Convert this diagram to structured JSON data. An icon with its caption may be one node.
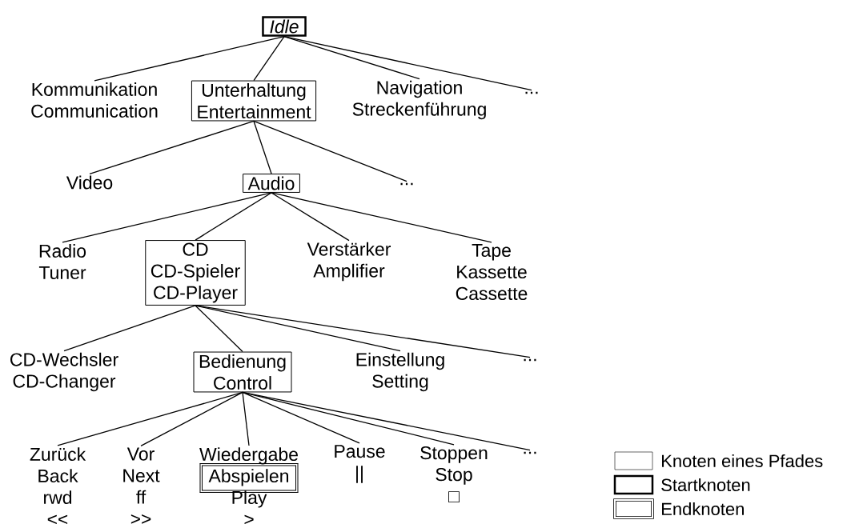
{
  "diagram": {
    "nodes": [
      {
        "text": [
          "Idle"
        ]
      },
      {
        "text": [
          "Kommunikation",
          "Communication"
        ]
      },
      {
        "text": [
          "Unterhaltung",
          "Entertainment"
        ]
      },
      {
        "text": [
          "Navigation",
          "Streckenführung"
        ]
      },
      {
        "text": [
          "..."
        ]
      },
      {
        "text": [
          "Video"
        ]
      },
      {
        "text": [
          "Audio"
        ]
      },
      {
        "text": [
          "..."
        ]
      },
      {
        "text": [
          "Radio",
          "Tuner"
        ]
      },
      {
        "text": [
          "CD",
          "CD-Spieler",
          "CD-Player"
        ]
      },
      {
        "text": [
          "Verstärker",
          "Amplifier"
        ]
      },
      {
        "text": [
          "Tape",
          "Kassette",
          "Cassette"
        ]
      },
      {
        "text": [
          "CD-Wechsler",
          "CD-Changer"
        ]
      },
      {
        "text": [
          "Bedienung",
          "Control"
        ]
      },
      {
        "text": [
          "Einstellung",
          "Setting"
        ]
      },
      {
        "text": [
          "..."
        ]
      },
      {
        "text": [
          "Zurück",
          "Back",
          "rwd",
          "<<"
        ]
      },
      {
        "text": [
          "Vor",
          "Next",
          "ff",
          ">>"
        ]
      },
      {
        "text": [
          "Wiedergabe",
          "Abspielen",
          "Play",
          ">"
        ]
      },
      {
        "text": [
          "Pause",
          "||"
        ]
      },
      {
        "text": [
          "Stoppen",
          "Stop",
          "□"
        ]
      },
      {
        "text": [
          "..."
        ]
      }
    ],
    "edges": [
      {
        "from": 0,
        "to": 1,
        "arrow": "none"
      },
      {
        "from": 0,
        "to": 2,
        "arrow": "none"
      },
      {
        "from": 0,
        "to": 3,
        "arrow": "none"
      },
      {
        "from": 0,
        "to": 4,
        "arrow": "none"
      },
      {
        "from": 2,
        "to": 5,
        "arrow": "none"
      },
      {
        "from": 2,
        "to": 6,
        "arrow": "none"
      },
      {
        "from": 2,
        "to": 7,
        "arrow": "none"
      },
      {
        "from": 6,
        "to": 8,
        "arrow": "none"
      },
      {
        "from": 6,
        "to": 9,
        "arrow": "none"
      },
      {
        "from": 6,
        "to": 10,
        "arrow": "none"
      },
      {
        "from": 6,
        "to": 11,
        "arrow": "none"
      },
      {
        "from": 9,
        "to": 12,
        "arrow": "none"
      },
      {
        "from": 9,
        "to": 13,
        "arrow": "none"
      },
      {
        "from": 9,
        "to": 14,
        "arrow": "none"
      },
      {
        "from": 9,
        "to": 15,
        "arrow": "none"
      },
      {
        "from": 13,
        "to": 16,
        "arrow": "none"
      },
      {
        "from": 13,
        "to": 17,
        "arrow": "none"
      },
      {
        "from": 13,
        "to": 18,
        "arrow": "none"
      },
      {
        "from": 13,
        "to": 19,
        "arrow": "none"
      },
      {
        "from": 13,
        "to": 20,
        "arrow": "none"
      },
      {
        "from": 13,
        "to": 21,
        "arrow": "none"
      }
    ],
    "legend": [
      {
        "text": "Knoten eines Pfades"
      },
      {
        "text": "Startknoten"
      },
      {
        "text": "Endknoten"
      }
    ]
  }
}
